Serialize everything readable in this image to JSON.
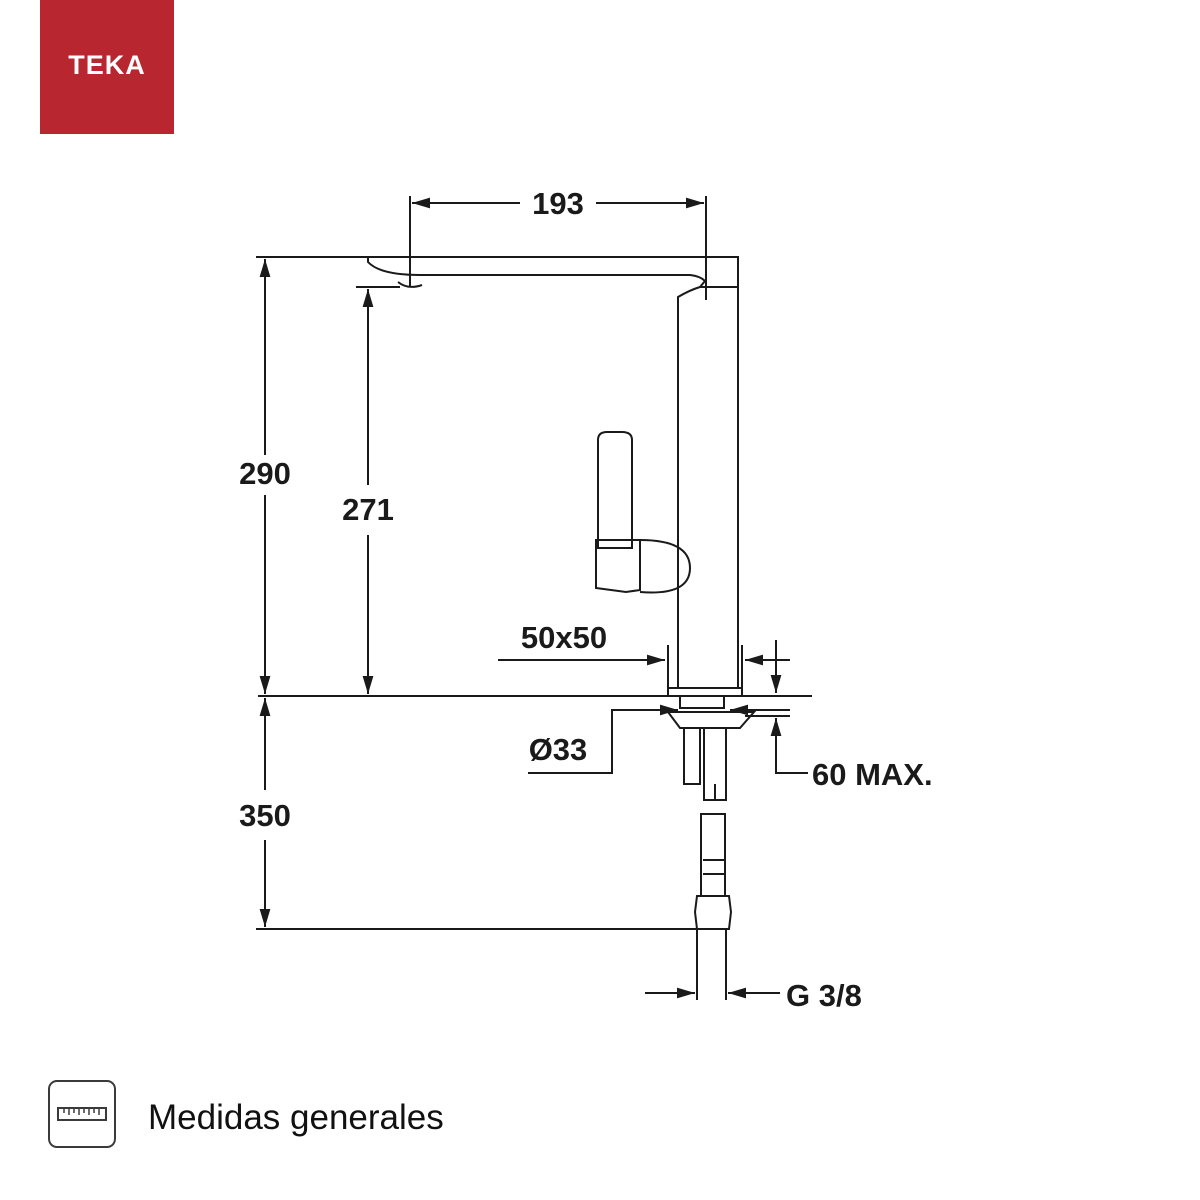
{
  "brand": {
    "name": "TEKA",
    "color": "#b8262f"
  },
  "dimensions": {
    "spout_reach": "193",
    "total_height": "290",
    "spout_height": "271",
    "base_size": "50x50",
    "hole_diameter": "Ø33",
    "counter_max": "60 MAX.",
    "hose_length": "350",
    "thread": "G 3/8"
  },
  "footer": {
    "icon": "ruler-icon",
    "label": "Medidas generales"
  }
}
